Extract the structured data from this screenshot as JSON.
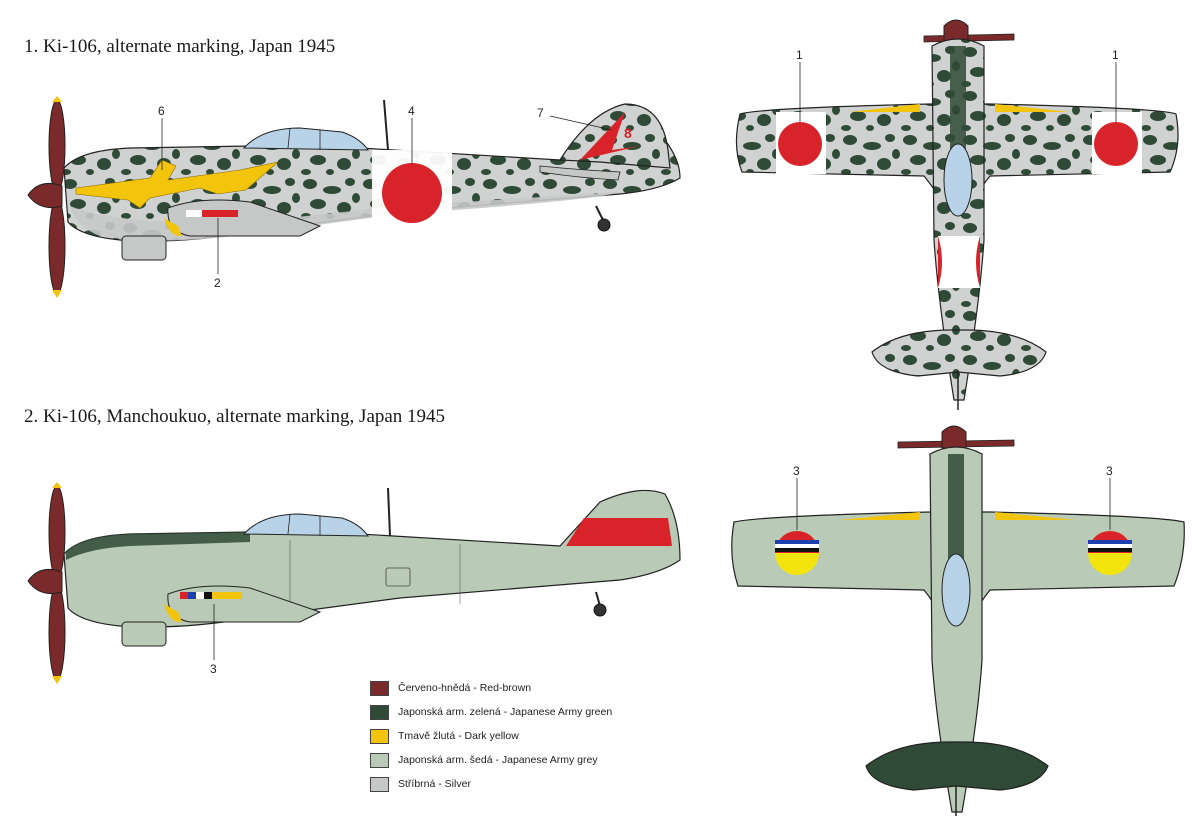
{
  "profiles": [
    {
      "title": "1. Ki-106, alternate marking, Japan 1945"
    },
    {
      "title": "2. Ki-106, Manchoukuo, alternate marking, Japan 1945"
    }
  ],
  "callouts": {
    "p1_side": [
      "6",
      "4",
      "7",
      "2"
    ],
    "p1_top": [
      "1",
      "1"
    ],
    "p2_side": [
      "3"
    ],
    "p2_top": [
      "3",
      "3"
    ]
  },
  "tail_code": "8",
  "legend": [
    {
      "label": "Červeno-hnědá - Red-brown",
      "color": "#7a2a2a"
    },
    {
      "label": "Japonská arm. zelená - Japanese Army green",
      "color": "#2f4a36"
    },
    {
      "label": "Tmavě žlutá - Dark yellow",
      "color": "#f2c40c"
    },
    {
      "label": "Japonská arm. šedá - Japanese Army grey",
      "color": "#b9cbb6"
    },
    {
      "label": "Stříbrná - Silver",
      "color": "#c6c8c8"
    }
  ],
  "colors": {
    "red_brown": "#7a2a2a",
    "army_green": "#2f4a36",
    "dark_yellow": "#f2c40c",
    "army_grey": "#b9cbb6",
    "silver": "#c6c8c8",
    "hinomaru": "#d9232a",
    "canopy": "#b8d3e8"
  }
}
